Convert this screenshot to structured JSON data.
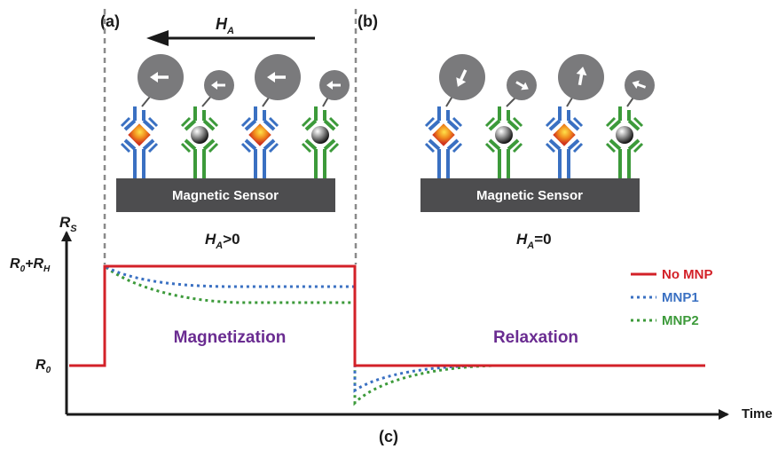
{
  "panels": {
    "a": "(a)",
    "b": "(b)",
    "c": "(c)"
  },
  "field": {
    "label_main": "H",
    "label_sub": "A",
    "condition_a_main": "H",
    "condition_a_sub": "A",
    "condition_a_rest": ">0",
    "condition_b_main": "H",
    "condition_b_sub": "A",
    "condition_b_rest": "=0"
  },
  "sensor": {
    "label_a": "Magnetic Sensor",
    "label_b": "Magnetic Sensor"
  },
  "axes": {
    "y_main": "R",
    "y_sub": "S",
    "y_tick_high_main": "R",
    "y_tick_high_sub0": "0",
    "y_tick_high_plus": "+R",
    "y_tick_high_subH": "H",
    "y_tick_low_main": "R",
    "y_tick_low_sub": "0",
    "x_label": "Time"
  },
  "phases": {
    "magnetization": "Magnetization",
    "relaxation": "Relaxation"
  },
  "legend": [
    {
      "label": "No MNP",
      "color": "#d32128",
      "style": "solid"
    },
    {
      "label": "MNP1",
      "color": "#3a70c2",
      "style": "dotted"
    },
    {
      "label": "MNP2",
      "color": "#3c9a3a",
      "style": "dotted"
    }
  ],
  "colors": {
    "phase_text": "#6a2c91",
    "sensor_fill": "#4d4d4f",
    "particle_fill": "#7a7a7c",
    "antibody_blue": "#3a70c2",
    "antibody_green": "#3c9a3a",
    "divider": "#8a8a8a"
  },
  "icons": {
    "field_arrow": "arrow-left-icon",
    "particle_arrow": "arrow-icon",
    "antibody": "antibody-icon",
    "antigen": "antigen-icon"
  }
}
